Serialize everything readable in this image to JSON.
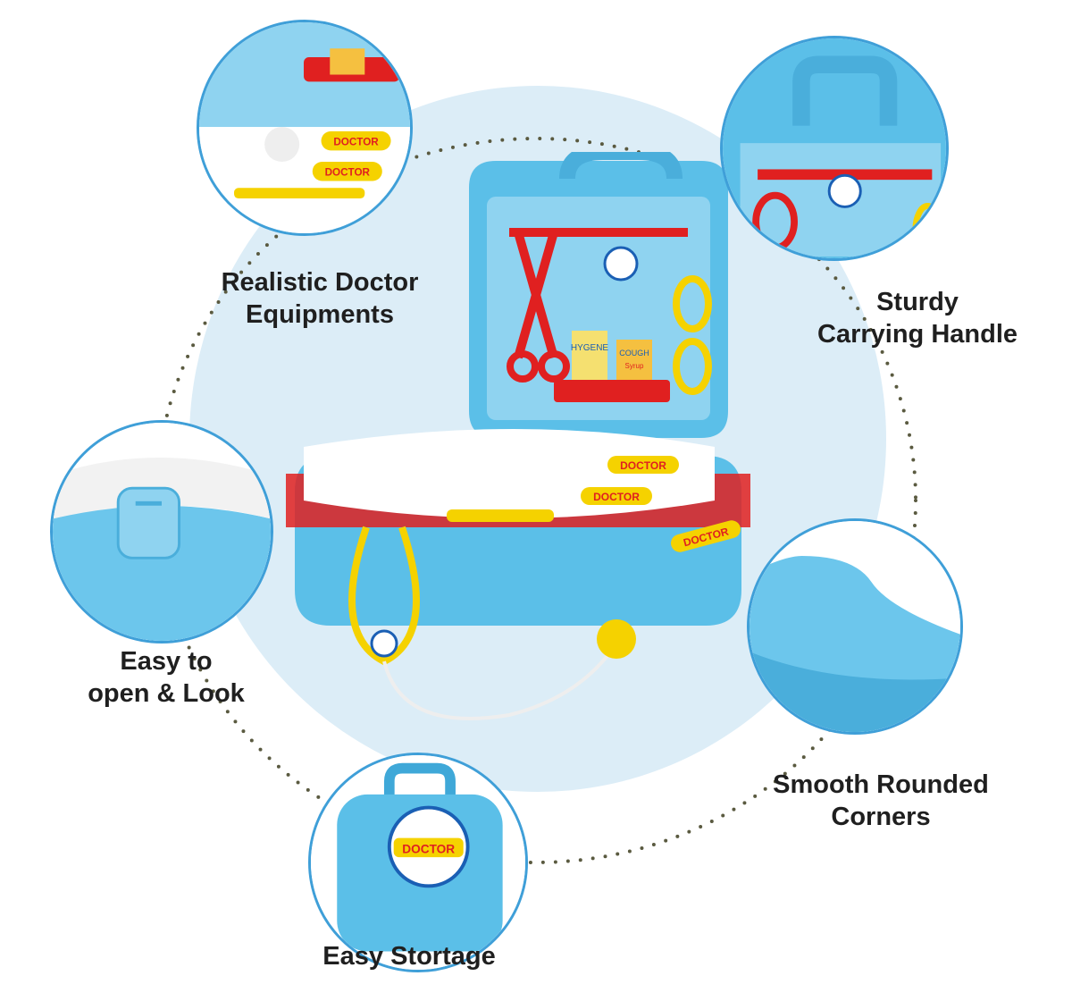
{
  "features": [
    {
      "line1": "Realistic Doctor",
      "line2": "Equipments"
    },
    {
      "line1": "Sturdy",
      "line2": "Carrying Handle"
    },
    {
      "line1": "Easy to",
      "line2": "open & Look"
    },
    {
      "line1": "Smooth Rounded",
      "line2": "Corners"
    },
    {
      "line1": "Easy Stortage",
      "line2": ""
    }
  ],
  "product_labels": {
    "doctor": "DOCTOR",
    "hygene": "HYGENE",
    "cough": "COUGH",
    "syrup": "Syrup"
  },
  "colors": {
    "case_blue": "#5bbfe8",
    "accent_red": "#e02020",
    "accent_yellow": "#f5d200",
    "ring_border": "#3f9fd8",
    "background_circle": "#dcedf7"
  }
}
